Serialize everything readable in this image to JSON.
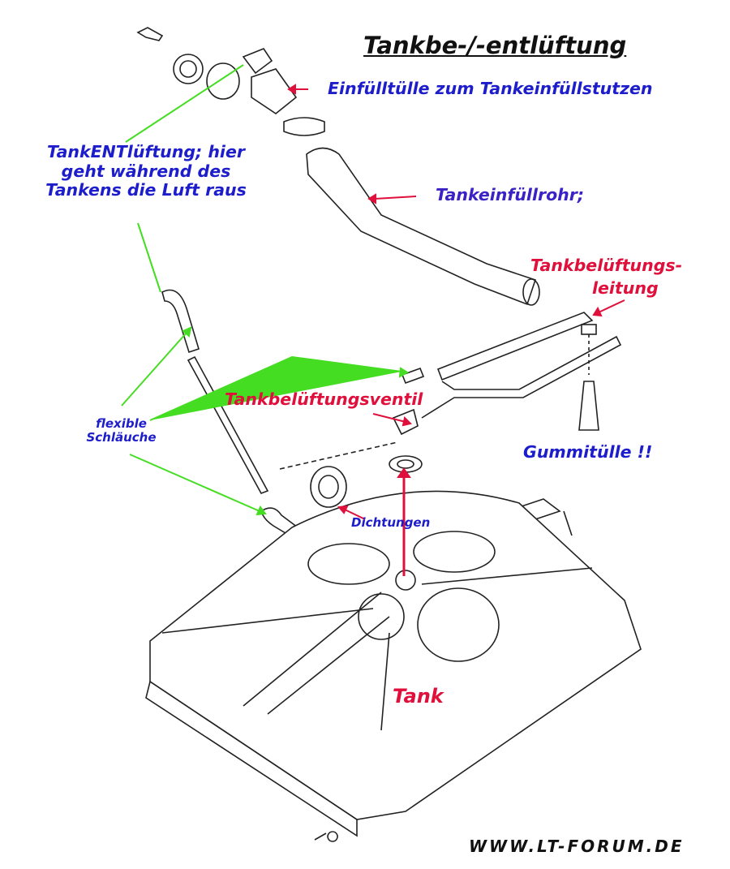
{
  "title": "Tankbe-/-entlüftung",
  "labels": {
    "filler_neck": "Einfülltülle zum Tankeinfüllstutzen",
    "vent_line1": "TankENTlüftung; hier",
    "vent_line2": "geht während des",
    "vent_line3": "Tankens die Luft raus",
    "filler_pipe": "Tankeinfüllrohr;",
    "vent_pipe_line1": "Tankbelüftungs-",
    "vent_pipe_line2": "leitung",
    "vent_valve": "Tankbelüftungsventil",
    "hoses_line1": "flexible",
    "hoses_line2": "Schläuche",
    "grommet": "Gummitülle !!",
    "seals": "Dichtungen",
    "tank": "Tank"
  },
  "watermark": "WWW.LT-FORUM.DE",
  "colors": {
    "blue": "#1d1dcc",
    "red": "#e0103c",
    "green": "#44dd22"
  }
}
